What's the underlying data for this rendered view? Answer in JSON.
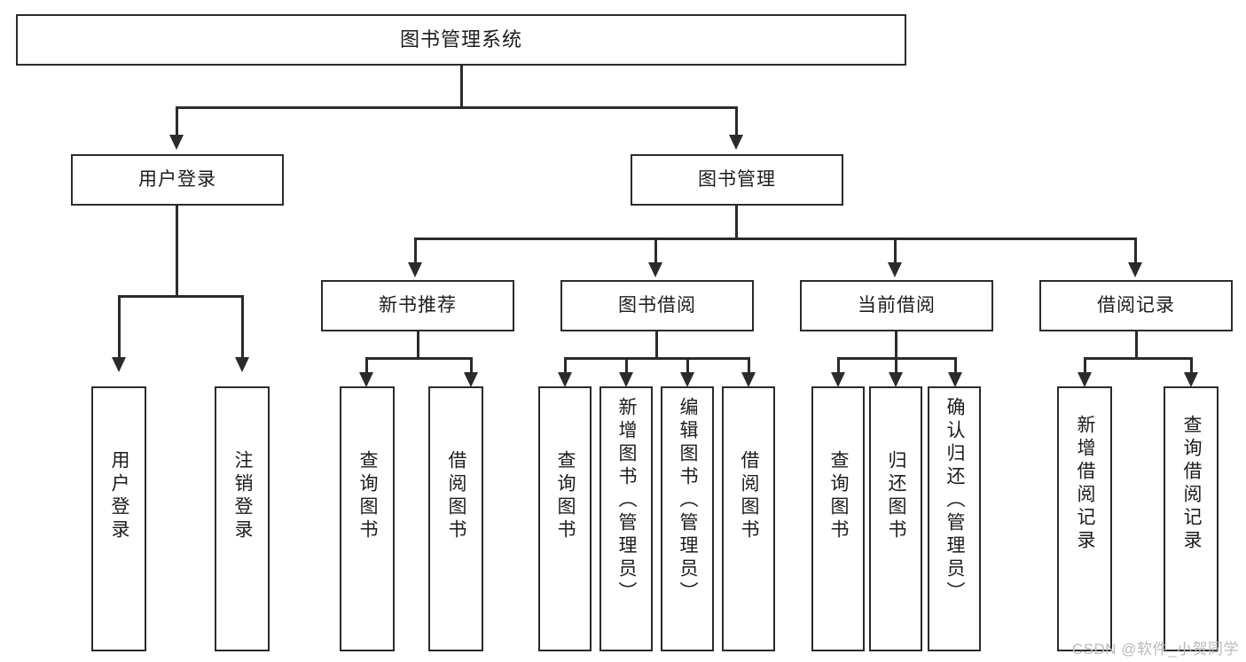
{
  "diagram": {
    "title": "图书管理系统",
    "type": "hierarchy-tree",
    "root": {
      "label": "图书管理系统"
    },
    "level2": [
      {
        "label": "用户登录"
      },
      {
        "label": "图书管理"
      }
    ],
    "level3": [
      {
        "label": "新书推荐"
      },
      {
        "label": "图书借阅"
      },
      {
        "label": "当前借阅"
      },
      {
        "label": "借阅记录"
      }
    ],
    "leaves": {
      "user_login": [
        {
          "label": "用户登录"
        },
        {
          "label": "注销登录"
        }
      ],
      "new_book_recommend": [
        {
          "label": "查询图书"
        },
        {
          "label": "借阅图书"
        }
      ],
      "book_borrow": [
        {
          "label": "查询图书"
        },
        {
          "label": "新增图书（管理员）"
        },
        {
          "label": "编辑图书（管理员）"
        },
        {
          "label": "借阅图书"
        }
      ],
      "current_borrow": [
        {
          "label": "查询图书"
        },
        {
          "label": "归还图书"
        },
        {
          "label": "确认归还（管理员）"
        }
      ],
      "borrow_record": [
        {
          "label": "新增借阅记录"
        },
        {
          "label": "查询借阅记录"
        }
      ]
    }
  },
  "watermark": {
    "text": "CSDN @软件_小贺同学"
  },
  "colors": {
    "stroke": "#2b2b2b",
    "fill": "#ffffff",
    "text": "#1c1c1c",
    "watermark": "#b9b9b9"
  }
}
